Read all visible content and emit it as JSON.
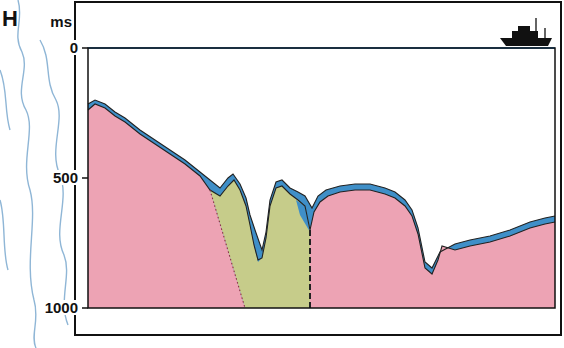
{
  "diagram": {
    "labels": [
      "H",
      "ms",
      "0",
      "500",
      "1000"
    ]
  }
}
